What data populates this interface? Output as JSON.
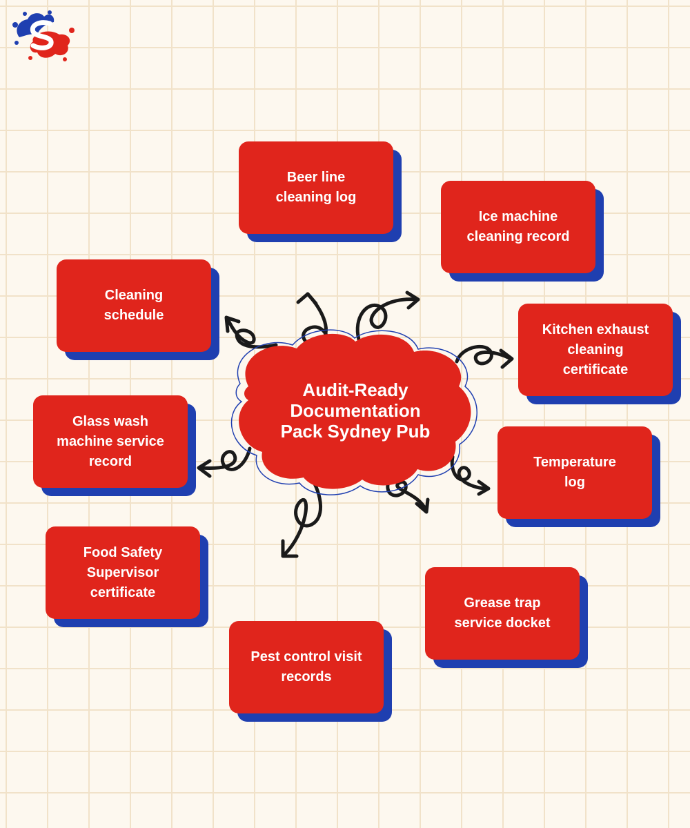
{
  "logo": {
    "icon": "splash-s-logo-icon",
    "colors": [
      "#1f3fb0",
      "#e0251c"
    ]
  },
  "center": {
    "title": "Audit-Ready\nDocumentation\nPack Sydney Pub",
    "color": "#e0251c"
  },
  "colors": {
    "box_face": "#e0251c",
    "box_shadow": "#1f3fb0",
    "arrow": "#1a1a1a",
    "grid": "#f1e2c9",
    "background": "#fdf8ef"
  },
  "items": [
    {
      "label": "Beer line\ncleaning log"
    },
    {
      "label": "Ice machine\ncleaning record"
    },
    {
      "label": "Cleaning\nschedule"
    },
    {
      "label": "Kitchen exhaust\ncleaning\ncertificate"
    },
    {
      "label": "Glass wash\nmachine service\nrecord"
    },
    {
      "label": "Temperature\nlog"
    },
    {
      "label": "Food Safety\nSupervisor\ncertificate"
    },
    {
      "label": "Grease trap\nservice docket"
    },
    {
      "label": "Pest control visit\nrecords"
    }
  ]
}
